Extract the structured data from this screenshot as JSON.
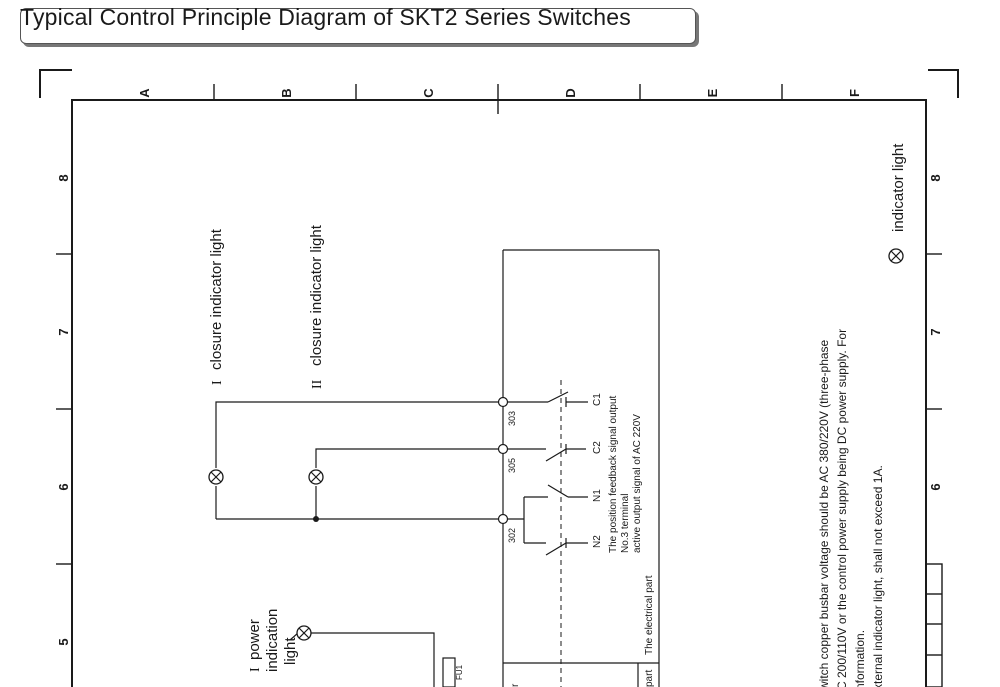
{
  "title": "Typical Control Principle Diagram of SKT2 Series Switches",
  "columns": [
    "A",
    "B",
    "C",
    "D",
    "E",
    "F"
  ],
  "rows": [
    "8",
    "7",
    "6",
    "5"
  ],
  "labels": {
    "closure_i_prefix": "I",
    "closure_i": "closure indicator light",
    "closure_ii_prefix": "II",
    "closure_ii": "closure indicator light",
    "power_prefix": "I",
    "power_line1": "power",
    "power_line2": "indication",
    "power_line3": "light",
    "fuse": "FU1",
    "indicator_legend": "indicator light",
    "terminal_303": "303",
    "terminal_305": "305",
    "terminal_302": "302",
    "contact_c1": "C1",
    "contact_c2": "C2",
    "contact_n1": "N1",
    "contact_n2": "N2",
    "signal_line1": "The position feedback signal output",
    "signal_line2": "No.3 terminal",
    "signal_line3": "active output signal of AC 220V",
    "electrical_part": "The electrical part",
    "part_cut": "part",
    "r_cut": "r",
    "note_line1": "witch copper busbar voltage should be AC 380/220V (three-phase",
    "note_line2": "C 200/110V or the control power supply being DC power supply. For",
    "note_line3": "nformation.",
    "note_line4": "xternal indicator light, shall not exceed 1A."
  }
}
